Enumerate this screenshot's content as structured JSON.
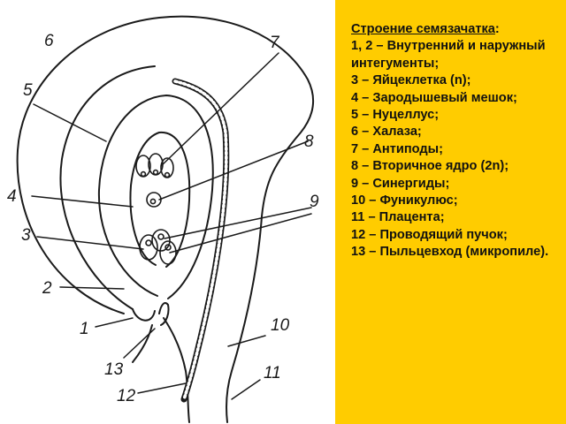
{
  "legend": {
    "title": "Строение семязачатка",
    "title_suffix": ":",
    "items": [
      "1, 2 – Внутренний и наружный интегументы;",
      "3 – Яйцеклетка (n);",
      "4 – Зародышевый мешок;",
      "5 – Нуцеллус;",
      "6 – Халаза;",
      "7 – Антиподы;",
      "8 – Вторичное ядро (2n);",
      "9 – Синергиды;",
      "10 – Фуникулюс;",
      "11 – Плацента;",
      "12 – Проводящий пучок;",
      "13 – Пыльцевход (микропиле)."
    ]
  },
  "diagram": {
    "labels": [
      "1",
      "2",
      "3",
      "4",
      "5",
      "6",
      "7",
      "8",
      "9",
      "10",
      "11",
      "12",
      "13"
    ]
  },
  "colors": {
    "background": "#ffcc00",
    "panel": "#ffffff",
    "ink": "#1a1a1a"
  }
}
